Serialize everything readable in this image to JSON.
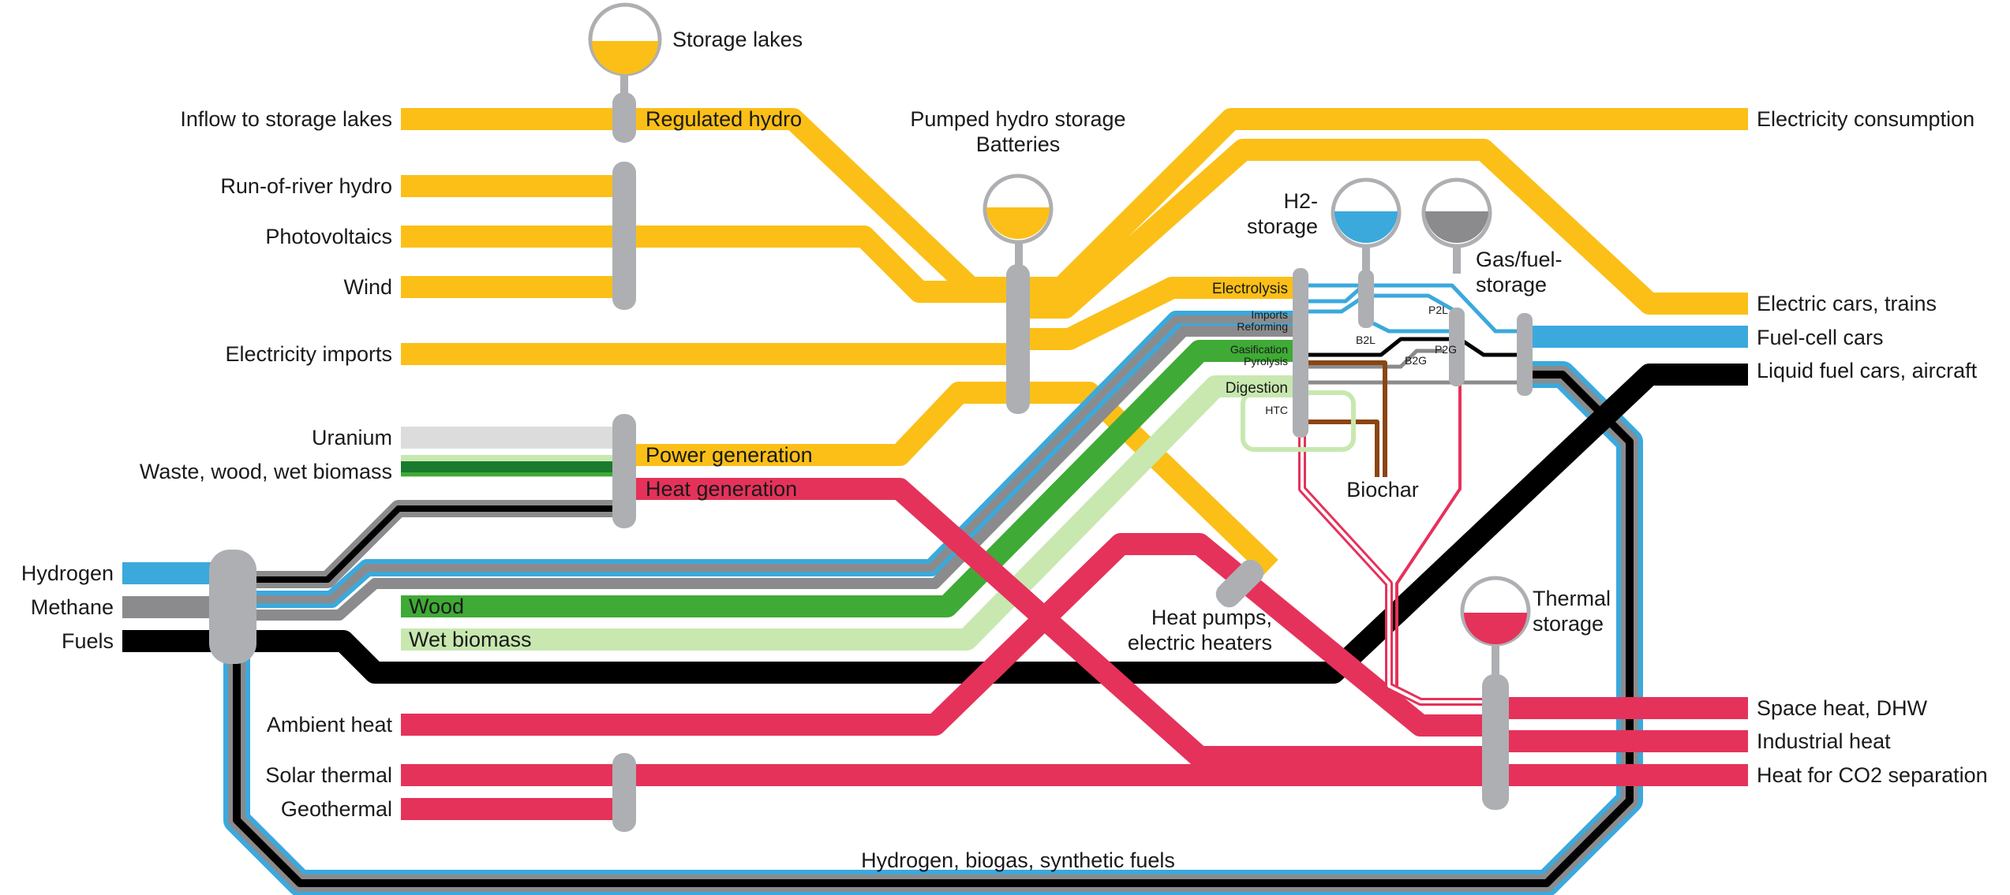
{
  "colors": {
    "electricity": "#fbbf17",
    "hydrogen": "#3ba9dc",
    "methane": "#8b8b8d",
    "fuels": "#000000",
    "heat": "#e5325a",
    "wood": "#3faa35",
    "wet_biomass": "#c8e8b0",
    "waste_biomass": "#1a7a2e",
    "uranium": "#dcdcdc",
    "biochar": "#8b4513",
    "bus": "#aeafb2"
  },
  "sources": {
    "inflow_storage_lakes": "Inflow to storage lakes",
    "run_of_river": "Run-of-river hydro",
    "photovoltaics": "Photovoltaics",
    "wind": "Wind",
    "electricity_imports": "Electricity imports",
    "uranium": "Uranium",
    "waste_wood_biomass": "Waste, wood, wet biomass",
    "hydrogen": "Hydrogen",
    "methane": "Methane",
    "fuels": "Fuels",
    "ambient_heat": "Ambient heat",
    "solar_thermal": "Solar thermal",
    "geothermal": "Geothermal"
  },
  "flows": {
    "regulated_hydro": "Regulated hydro",
    "power_generation": "Power generation",
    "heat_generation": "Heat generation",
    "wood": "Wood",
    "wet_biomass": "Wet biomass",
    "synthetic_fuels": "Hydrogen, biogas, synthetic fuels"
  },
  "storage": {
    "storage_lakes": "Storage lakes",
    "pumped_hydro": "Pumped hydro storage",
    "batteries": "Batteries",
    "h2_storage_1": "H2-",
    "h2_storage_2": "storage",
    "gas_fuel_storage_1": "Gas/fuel-",
    "gas_fuel_storage_2": "storage",
    "thermal_storage_1": "Thermal",
    "thermal_storage_2": "storage"
  },
  "conversion": {
    "electrolysis": "Electrolysis",
    "imports": "Imports",
    "reforming": "Reforming",
    "gasification": "Gasification",
    "pyrolysis": "Pyrolysis",
    "digestion": "Digestion",
    "htc": "HTC",
    "b2l": "B2L",
    "p2l": "P2L",
    "b2g": "B2G",
    "p2g": "P2G",
    "biochar": "Biochar",
    "heat_pumps_1": "Heat pumps,",
    "heat_pumps_2": "electric heaters"
  },
  "uses": {
    "electricity_consumption": "Electricity consumption",
    "electric_cars": "Electric cars, trains",
    "fuel_cell_cars": "Fuel-cell cars",
    "liquid_fuel_cars": "Liquid fuel cars, aircraft",
    "space_heat": "Space heat, DHW",
    "industrial_heat": "Industrial heat",
    "heat_co2": "Heat for CO2 separation"
  }
}
